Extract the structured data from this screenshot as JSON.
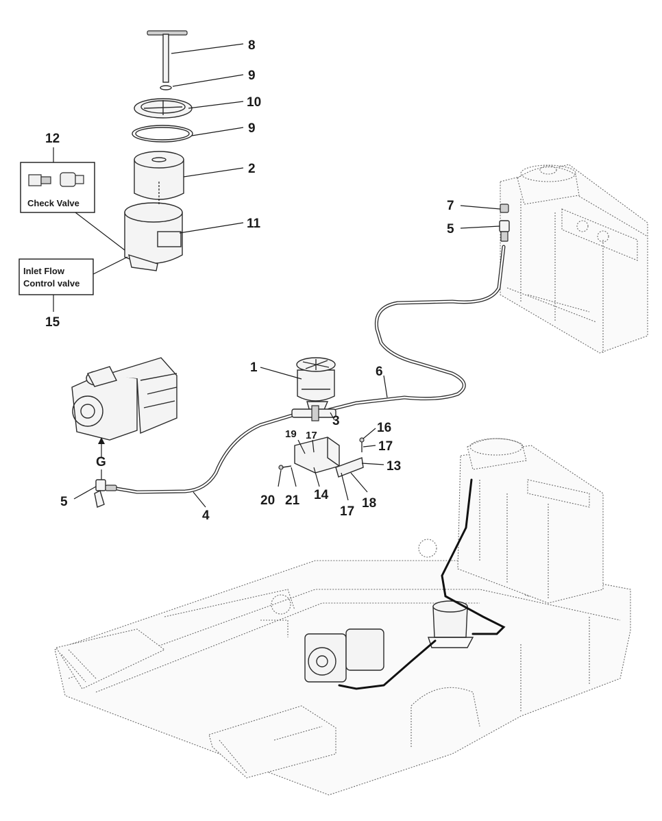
{
  "callouts": {
    "c1": "1",
    "c2": "2",
    "c3": "3",
    "c4": "4",
    "c5a": "5",
    "c5b": "5",
    "c6": "6",
    "c7": "7",
    "c8": "8",
    "c9a": "9",
    "c9b": "9",
    "c10": "10",
    "c11": "11",
    "c12": "12",
    "c13": "13",
    "c14": "14",
    "c15": "15",
    "c16": "16",
    "c17a": "17",
    "c17b": "17",
    "c17c": "17",
    "c18": "18",
    "c19": "19",
    "c20": "20",
    "c21": "21",
    "cG": "G"
  },
  "boxes": {
    "check_valve": "Check Valve",
    "inlet_flow_line1": "Inlet Flow",
    "inlet_flow_line2": "Control valve"
  },
  "colors": {
    "line": "#2a2a2a",
    "ghost": "#6a6a6a",
    "background": "#ffffff"
  }
}
